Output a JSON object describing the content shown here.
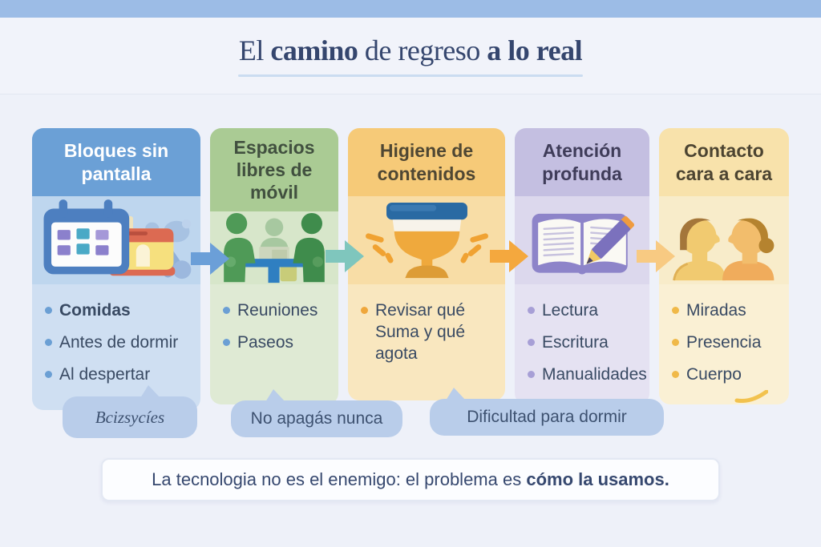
{
  "title": {
    "p1": "El ",
    "p2": "camino",
    "p3": " de regreso ",
    "p4": "a lo real"
  },
  "theme": {
    "top_bar": "#9cbce6",
    "background": "#eef1f9",
    "header_bg": "#f1f3fa",
    "title_color": "#35466e",
    "title_underline": "#cbdcf1",
    "bubble_bg": "#b9cdea",
    "bubble_text": "#3d5170",
    "body_text": "#394a63",
    "footer_text": "#36486f"
  },
  "columns": [
    {
      "header": "Bloques sin pantalla",
      "icon": "calendar-toaster-icon",
      "items": [
        "Comidas",
        "Antes de dormir",
        "Al despertar"
      ],
      "colors": {
        "header_bg": "#6ba0d6",
        "header_text": "#ffffff",
        "icon_bg": "#bed6ee",
        "body_bg": "#cfdff2",
        "bullet": "#6b9fd4"
      }
    },
    {
      "header": "Espacios libres de móvil",
      "icon": "people-table-icon",
      "items": [
        "Reuniones",
        "Paseos"
      ],
      "colors": {
        "header_bg": "#aacb94",
        "header_text": "#41503f",
        "icon_bg": "#d7e6ca",
        "body_bg": "#dfead4",
        "bullet": "#6b9fd4"
      }
    },
    {
      "header": "Higiene de contenidos",
      "icon": "goblet-icon",
      "items": [
        "Revisar qué Suma y qué agota"
      ],
      "colors": {
        "header_bg": "#f6ca78",
        "header_text": "#4f4733",
        "icon_bg": "#f8dda6",
        "body_bg": "#f9e7bf",
        "bullet": "#efa73c"
      }
    },
    {
      "header": "Atención profunda",
      "icon": "book-pencil-icon",
      "items": [
        "Lectura",
        "Escritura",
        "Manualidades"
      ],
      "colors": {
        "header_bg": "#c4bfe1",
        "header_text": "#3f3c59",
        "icon_bg": "#dcd8ed",
        "body_bg": "#e5e2f2",
        "bullet": "#a79fd6"
      }
    },
    {
      "header": "Contacto cara a cara",
      "icon": "faces-icon",
      "items": [
        "Miradas",
        "Presencia",
        "Cuerpo"
      ],
      "colors": {
        "header_bg": "#f8e2ab",
        "header_text": "#4c4431",
        "icon_bg": "#f8ecca",
        "body_bg": "#faf0d4",
        "bullet": "#f0b948"
      }
    }
  ],
  "arrows": [
    {
      "name": "arrow-1",
      "color": "#6b9fd8"
    },
    {
      "name": "arrow-2",
      "color": "#7fc6bd"
    },
    {
      "name": "arrow-3",
      "color": "#f4a83e"
    },
    {
      "name": "arrow-4",
      "color": "#f8ca82"
    }
  ],
  "bubbles": [
    "Bcizsycíes",
    "No apagás nunca",
    "Dificultad para dormir"
  ],
  "footer": {
    "text": "La tecnologia no es el enemigo: el problema es ",
    "bold": "cómo la usamos",
    "suffix": "."
  }
}
